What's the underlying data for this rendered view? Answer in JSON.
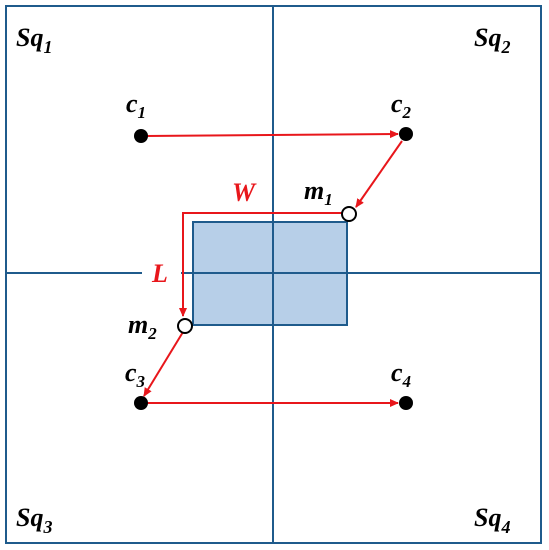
{
  "quadrants": [
    {
      "base": "Sq",
      "sub": "1"
    },
    {
      "base": "Sq",
      "sub": "2"
    },
    {
      "base": "Sq",
      "sub": "3"
    },
    {
      "base": "Sq",
      "sub": "4"
    }
  ],
  "corner_points": [
    {
      "base": "c",
      "sub": "1"
    },
    {
      "base": "c",
      "sub": "2"
    },
    {
      "base": "c",
      "sub": "3"
    },
    {
      "base": "c",
      "sub": "4"
    }
  ],
  "mid_points": [
    {
      "base": "m",
      "sub": "1"
    },
    {
      "base": "m",
      "sub": "2"
    }
  ],
  "dimensions": {
    "width_label": "W",
    "length_label": "L"
  },
  "colors": {
    "grid": "#1f5b8c",
    "rect_fill": "#b7cfe8",
    "rect_stroke": "#1f5b8c",
    "arrow": "#e8161b",
    "point": "#000000"
  }
}
